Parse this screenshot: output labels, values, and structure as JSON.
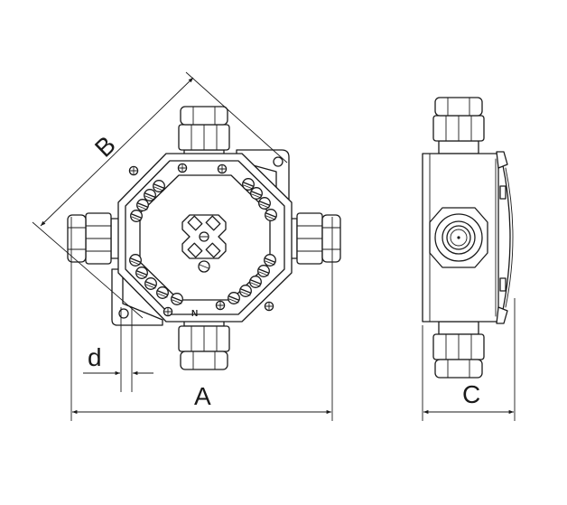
{
  "drawing": {
    "dimension_labels": {
      "width": "A",
      "diagonal": "B",
      "depth": "C",
      "hole": "d"
    },
    "terminal_marks": {
      "neutral": "N"
    }
  }
}
